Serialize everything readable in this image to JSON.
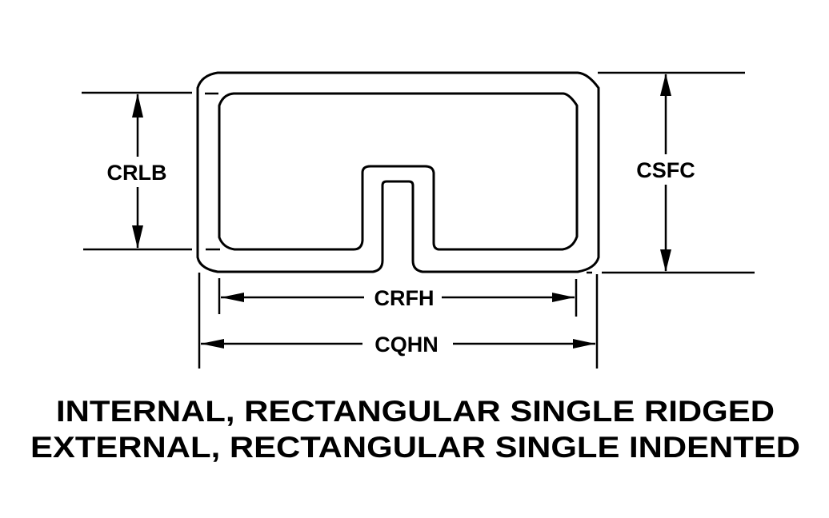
{
  "diagram": {
    "type": "cross-section",
    "subject": "rectangular tube with single ridge/indent",
    "colors": {
      "line": "#000000",
      "background": "#ffffff"
    },
    "dimensions": {
      "left_height": "CRLB",
      "right_height": "CSFC",
      "inner_width": "CRFH",
      "outer_width": "CQHN"
    },
    "caption": {
      "line1": "INTERNAL, RECTANGULAR SINGLE RIDGED",
      "line2": "EXTERNAL, RECTANGULAR SINGLE INDENTED"
    }
  }
}
